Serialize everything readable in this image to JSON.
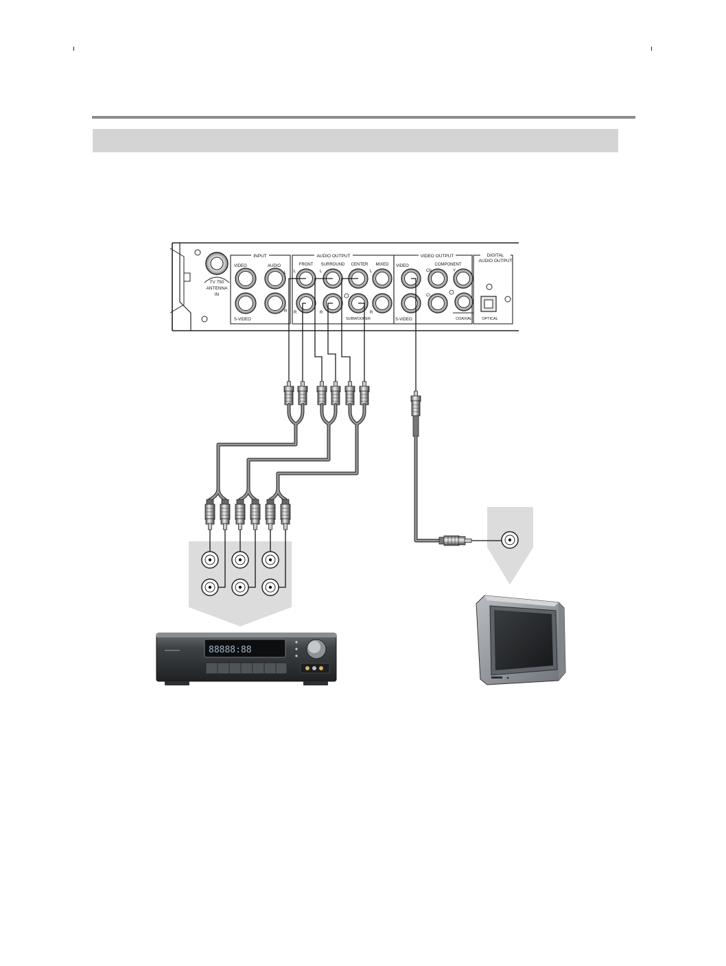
{
  "panel": {
    "antenna": "TV 750",
    "antenna_in_1": "ANTENNA",
    "antenna_in_2": "IN",
    "input_group": "INPUT",
    "input_video": "VIDEO",
    "input_audio": "AUDIO",
    "input_svideo": "S-VIDEO",
    "input_l": "L",
    "input_r": "R",
    "audio_output_group": "AUDIO  OUTPUT",
    "front": "FRONT",
    "surround": "SURROUND",
    "center": "CENTER",
    "mixed": "MIXED",
    "subwoofer": "SUBWOOFER",
    "l": "L",
    "r": "R",
    "video_output_group": "VIDEO  OUTPUT",
    "video": "VIDEO",
    "component": "COMPONENT",
    "cb": "Cb",
    "cr": "Cr",
    "y": "Y",
    "svideo": "S-VIDEO",
    "digital_1": "DIGITAL",
    "digital_2": "AUDIO OUTPUT",
    "coaxial": "COAXIAL",
    "optical": "OPTICAL"
  },
  "receiver": {
    "display": "88888:88"
  }
}
